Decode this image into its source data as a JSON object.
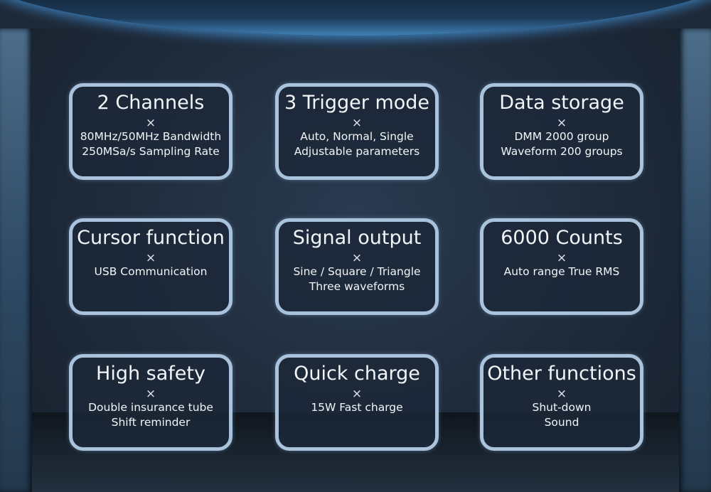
{
  "separator": "×",
  "cards": [
    {
      "title": "2 Channels",
      "lines": [
        "80MHz/50MHz Bandwidth",
        "250MSa/s Sampling Rate"
      ]
    },
    {
      "title": "3 Trigger mode",
      "lines": [
        "Auto, Normal, Single",
        "Adjustable parameters"
      ]
    },
    {
      "title": "Data storage",
      "lines": [
        "DMM 2000 group",
        "Waveform 200 groups"
      ]
    },
    {
      "title": "Cursor function",
      "lines": [
        "USB Communication"
      ]
    },
    {
      "title": "Signal output",
      "lines": [
        "Sine / Square / Triangle",
        "Three waveforms"
      ]
    },
    {
      "title": "6000 Counts",
      "lines": [
        "Auto range True RMS"
      ]
    },
    {
      "title": "High safety",
      "lines": [
        "Double insurance tube",
        "Shift reminder"
      ]
    },
    {
      "title": "Quick charge",
      "lines": [
        "15W Fast charge"
      ]
    },
    {
      "title": "Other functions",
      "lines": [
        "Shut-down",
        "Sound"
      ]
    }
  ]
}
